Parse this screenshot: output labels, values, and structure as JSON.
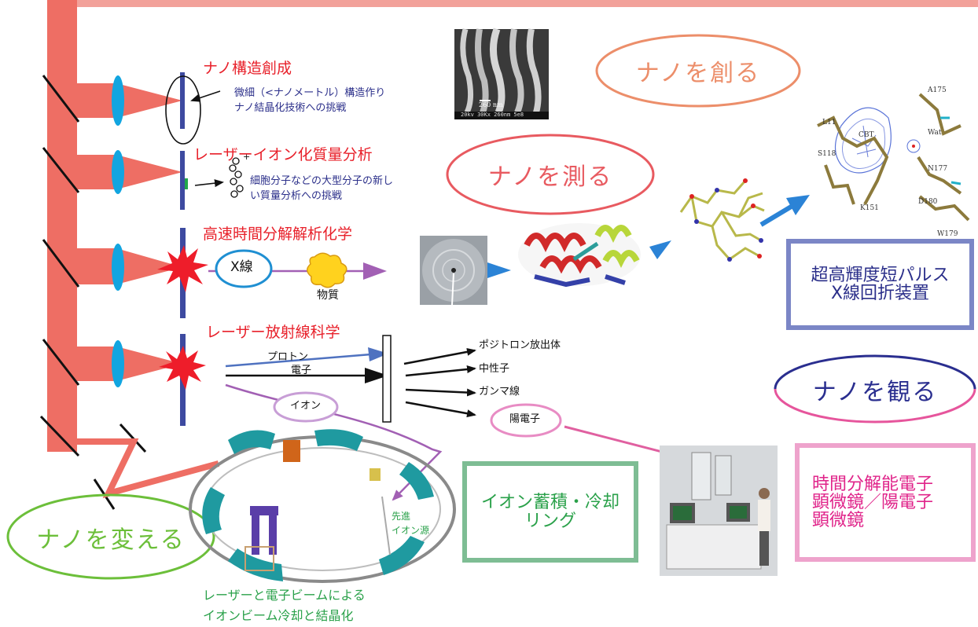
{
  "ovals": {
    "create": "ナノを創る",
    "measure": "ナノを測る",
    "observe": "ナノを観る",
    "change": "ナノを変える"
  },
  "sections": {
    "nano_structure": {
      "title": "ナノ構造創成",
      "desc": [
        "微細（<ナノメートル）構造作り",
        "ナノ結晶化技術への挑戦"
      ]
    },
    "mass_spec": {
      "title": "レーザーイオン化質量分析",
      "desc": [
        "細胞分子などの大型分子の新し",
        "い質量分析への挑戦"
      ]
    },
    "time_resolved": {
      "title": "高速時間分解解析化学",
      "xray": "X線",
      "substance": "物質"
    },
    "laser_radiation": {
      "title": "レーザー放射線科学",
      "proton": "プロトン",
      "electron": "電子",
      "ion": "イオン",
      "outputs": [
        "ポジトロン放出体",
        "中性子",
        "ガンマ線"
      ],
      "positron": "陽電子"
    }
  },
  "boxes": {
    "xray_device": "超高輝度短パルス\nX線回折装置",
    "ion_ring": "イオン蓄積・冷却\nリング",
    "microscope": "時間分解能電子\n顕微鏡／陽電子\n顕微鏡"
  },
  "ion_source": [
    "先進",
    "イオン源"
  ],
  "cooling": [
    "レーザーと電子ビームによる",
    "イオンビーム冷却と結晶化"
  ],
  "sem": {
    "scale": "260 nm",
    "footer": "20kv  30Kx  260nm  5e8"
  },
  "protein": {
    "labels": [
      "L11",
      "CBT",
      "A175",
      "Wat",
      "S118",
      "N177",
      "D180",
      "K151",
      "W179"
    ]
  },
  "colors": {
    "beam": "#ee6e64",
    "lens": "#12a5e0",
    "target": "#3d4aa0",
    "title_red": "#e8202a",
    "desc_blue": "#2b2f8a",
    "green": "#2aa14a",
    "purple": "#a260b4"
  }
}
